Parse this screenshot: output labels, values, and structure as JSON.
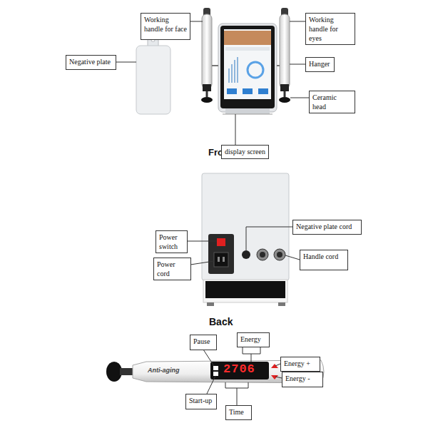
{
  "diagram": {
    "nodes": [
      {
        "text": [
          "Working handle for face"
        ]
      },
      {
        "text": [
          "Working handle for eyes"
        ]
      },
      {
        "text": [
          "Negative plate"
        ]
      },
      {
        "text": [
          "Hanger"
        ]
      },
      {
        "text": [
          "Ceramic head"
        ]
      },
      {
        "text": [
          "display screen"
        ]
      },
      {
        "text": [
          "Negative plate cord"
        ]
      },
      {
        "text": [
          "Power switch"
        ]
      },
      {
        "text": [
          "Handle cord"
        ]
      },
      {
        "text": [
          "Power cord"
        ]
      },
      {
        "text": [
          "Energy"
        ]
      },
      {
        "text": [
          "Pause"
        ]
      },
      {
        "text": [
          "Energy +"
        ]
      },
      {
        "text": [
          "Energy -"
        ]
      },
      {
        "text": [
          "Start-up"
        ]
      },
      {
        "text": [
          "Time"
        ]
      }
    ],
    "labels": [
      "Fro",
      "Back",
      "Anti-aging",
      "2706"
    ]
  }
}
